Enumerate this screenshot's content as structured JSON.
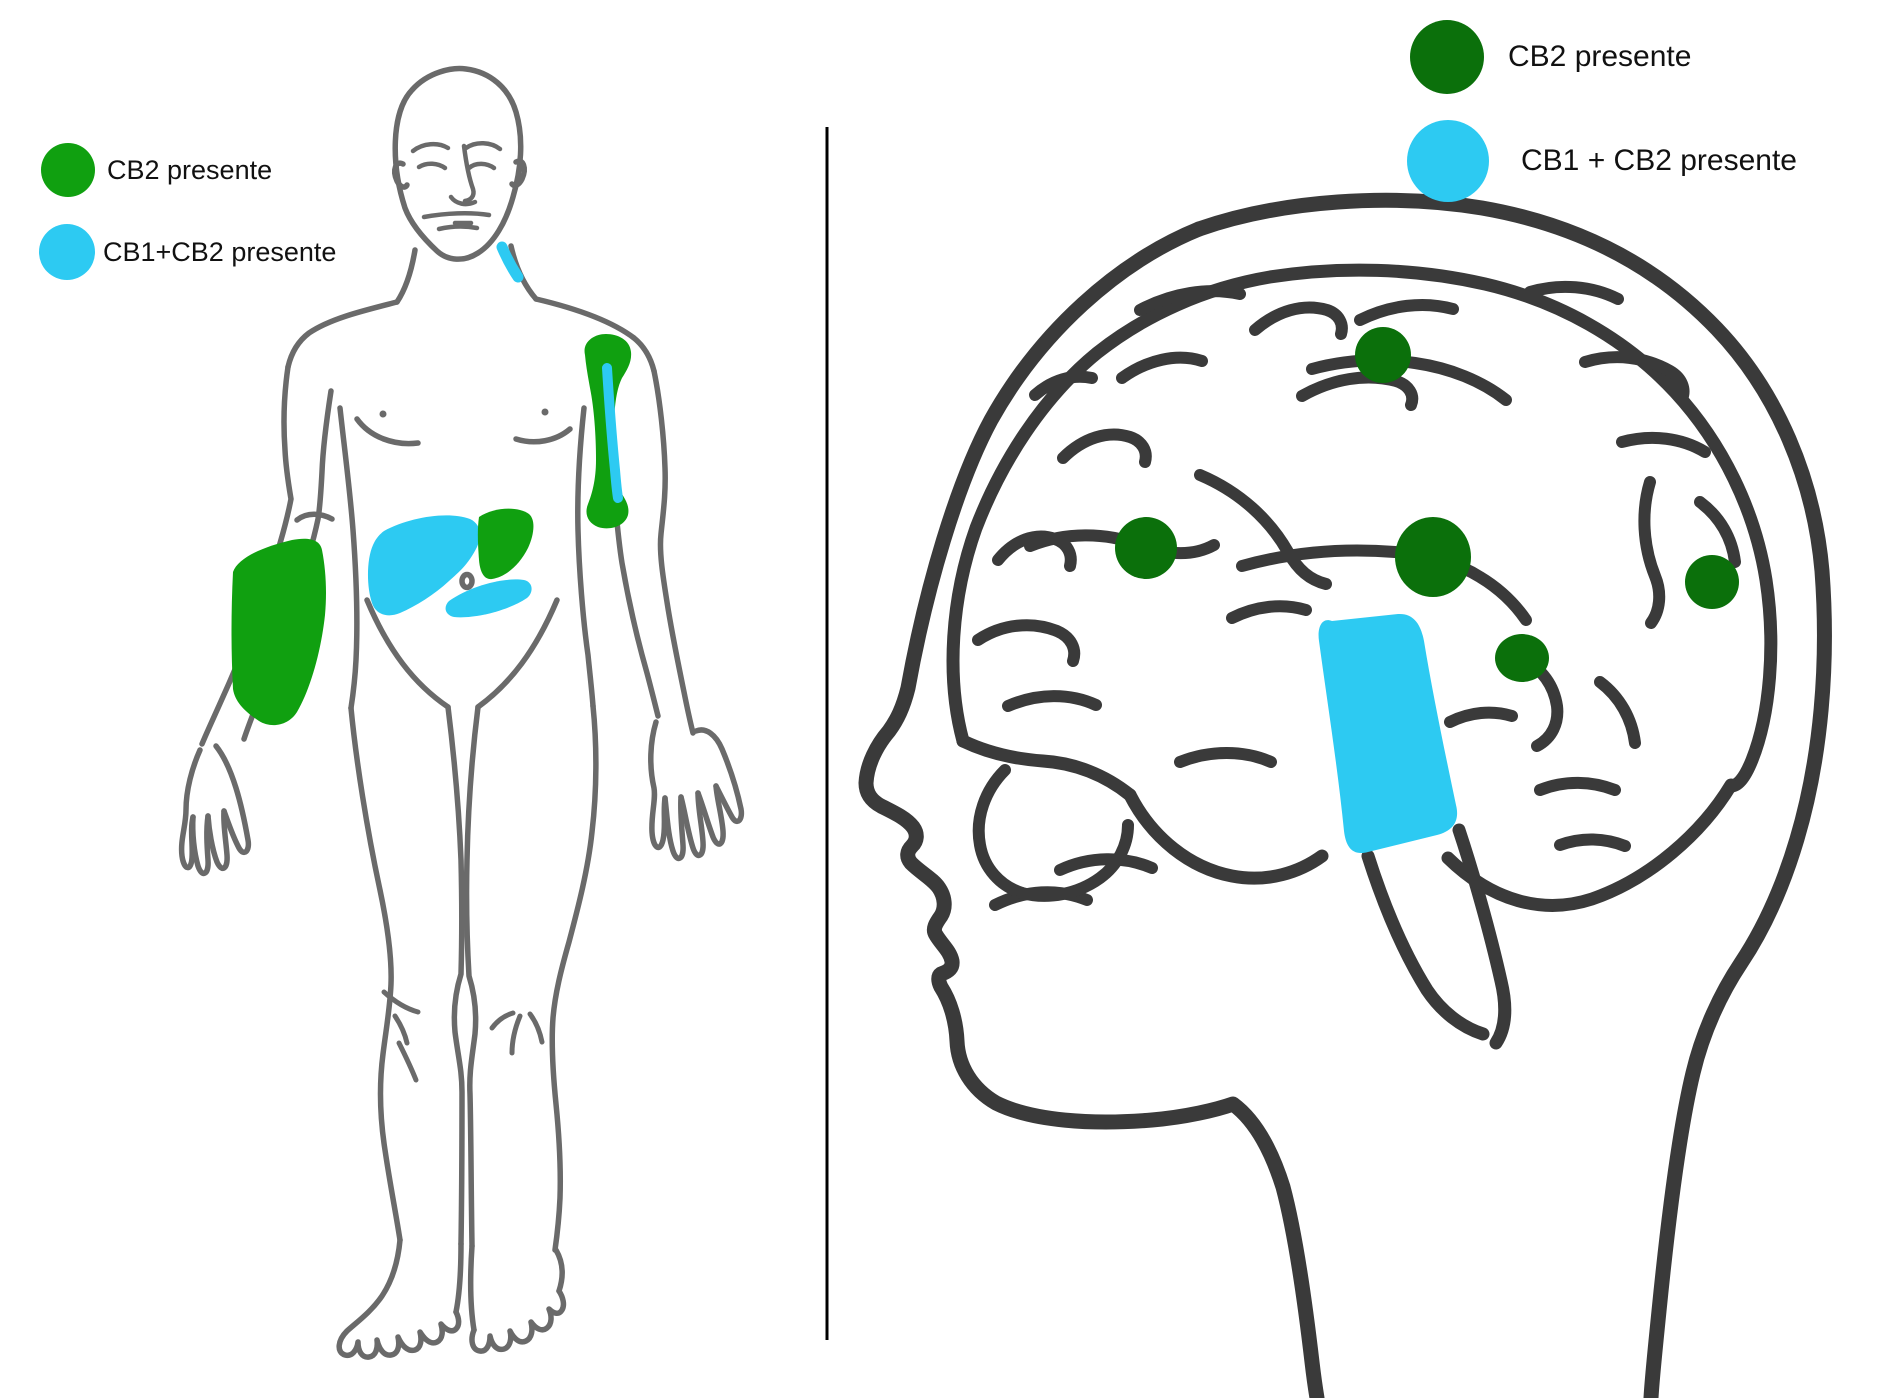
{
  "legend_body": {
    "items": [
      {
        "label": "CB2 presente",
        "color": "#10A010"
      },
      {
        "label": "CB1+CB2 presente",
        "color": "#2DCAF2"
      }
    ]
  },
  "legend_brain": {
    "items": [
      {
        "label": "CB2 presente",
        "color": "#0B700B"
      },
      {
        "label": "CB1 + CB2 presente",
        "color": "#2DCAF2"
      }
    ]
  },
  "colors": {
    "body_green": "#10A010",
    "body_cyan": "#2DCAF2",
    "brain_green": "#0B700B",
    "brain_cyan": "#2DCAF2",
    "body_outline": "#6A6A6A",
    "head_outline": "#3A3A3A",
    "divider": "#000000",
    "text": "#111111"
  }
}
